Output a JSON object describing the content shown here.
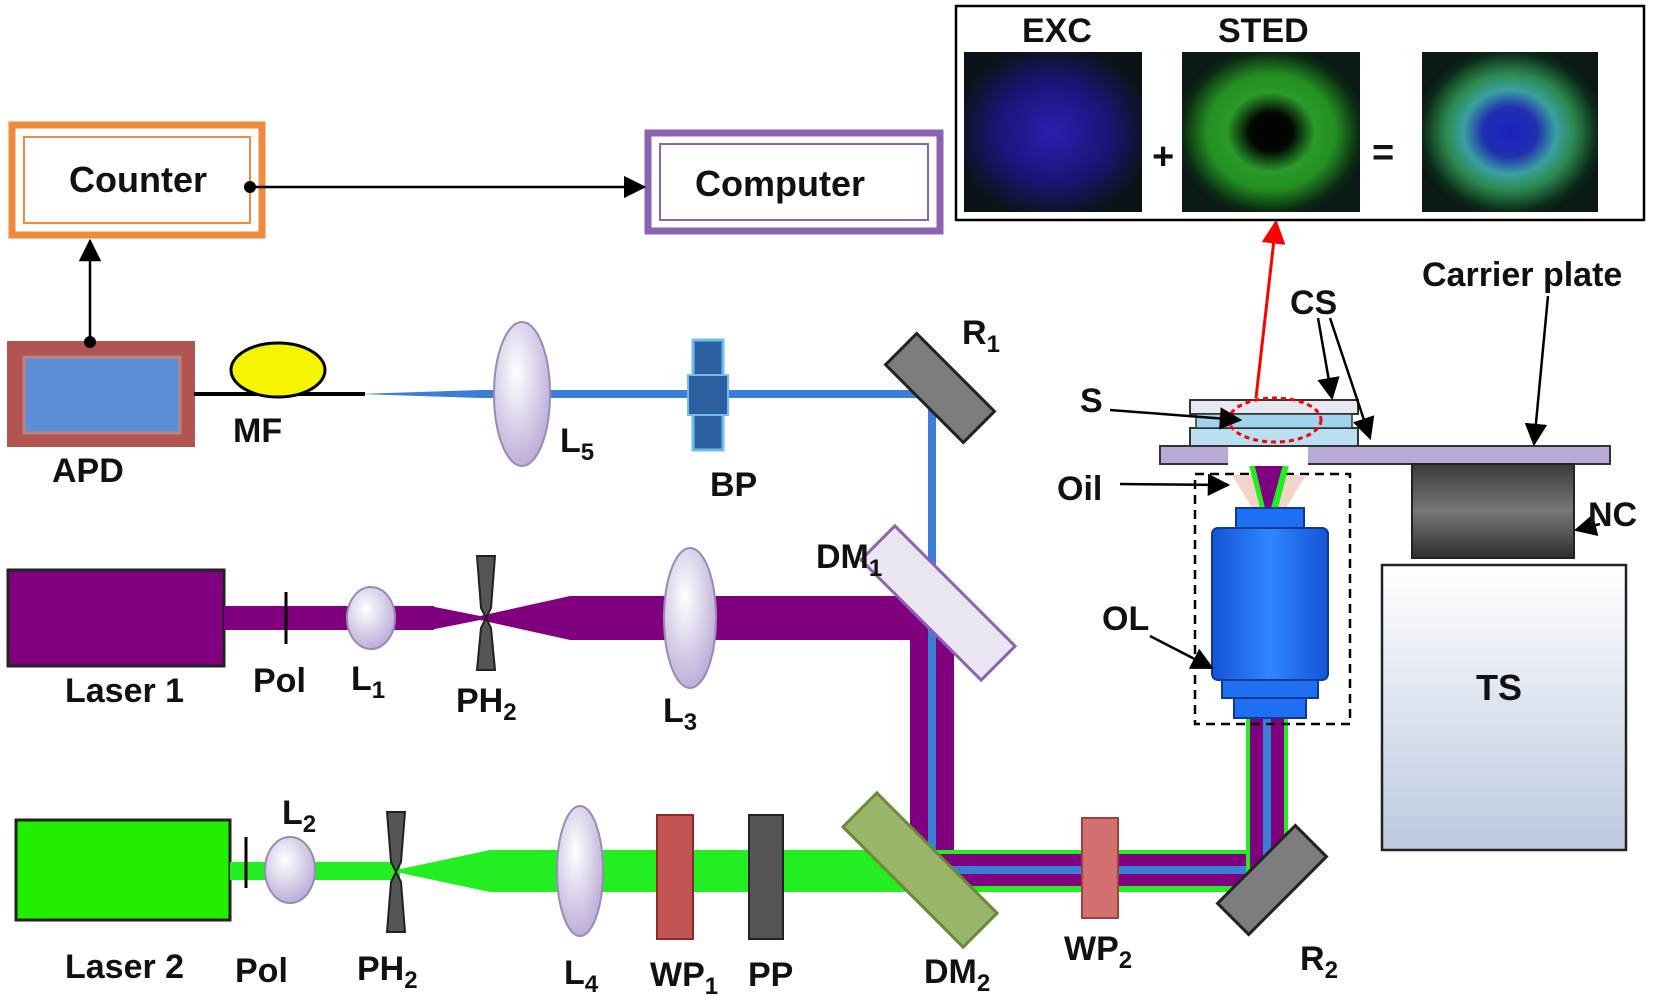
{
  "labels": {
    "counter": "Counter",
    "computer": "Computer",
    "apd": "APD",
    "mf": "MF",
    "l5": {
      "base": "L",
      "sub": "5"
    },
    "bp": "BP",
    "r1": {
      "base": "R",
      "sub": "1"
    },
    "laser1": "Laser 1",
    "pol1": "Pol",
    "l1": {
      "base": "L",
      "sub": "1"
    },
    "ph2_top": {
      "base": "PH",
      "sub": "2"
    },
    "l3": {
      "base": "L",
      "sub": "3"
    },
    "dm1": {
      "base": "DM",
      "sub": "1"
    },
    "laser2": "Laser 2",
    "l2": {
      "base": "L",
      "sub": "2"
    },
    "pol2": "Pol",
    "ph2_bottom": {
      "base": "PH",
      "sub": "2"
    },
    "l4": {
      "base": "L",
      "sub": "4"
    },
    "wp1": {
      "base": "WP",
      "sub": "1"
    },
    "pp": "PP",
    "dm2": {
      "base": "DM",
      "sub": "2"
    },
    "wp2": {
      "base": "WP",
      "sub": "2"
    },
    "r2": {
      "base": "R",
      "sub": "2"
    },
    "exc": "EXC",
    "sted": "STED",
    "plus": "+",
    "equals": "=",
    "carrier_plate": "Carrier plate",
    "cs": "CS",
    "s": "S",
    "oil": "Oil",
    "nc": "NC",
    "ol": "OL",
    "ts": "TS"
  },
  "colors": {
    "excitation_beam": "#800080",
    "sted_beam": "#22ee22",
    "detection_beam": "#3a7fd5",
    "laser1": "#800080",
    "laser2": "#22ee00",
    "counter_border": "#f08a3c",
    "computer_border": "#8a64b0",
    "apd_fill": "#5b8fd8",
    "apd_border": "#c0504d",
    "objective": "#1f6ff5",
    "signal_arrow": "#ff0000"
  }
}
